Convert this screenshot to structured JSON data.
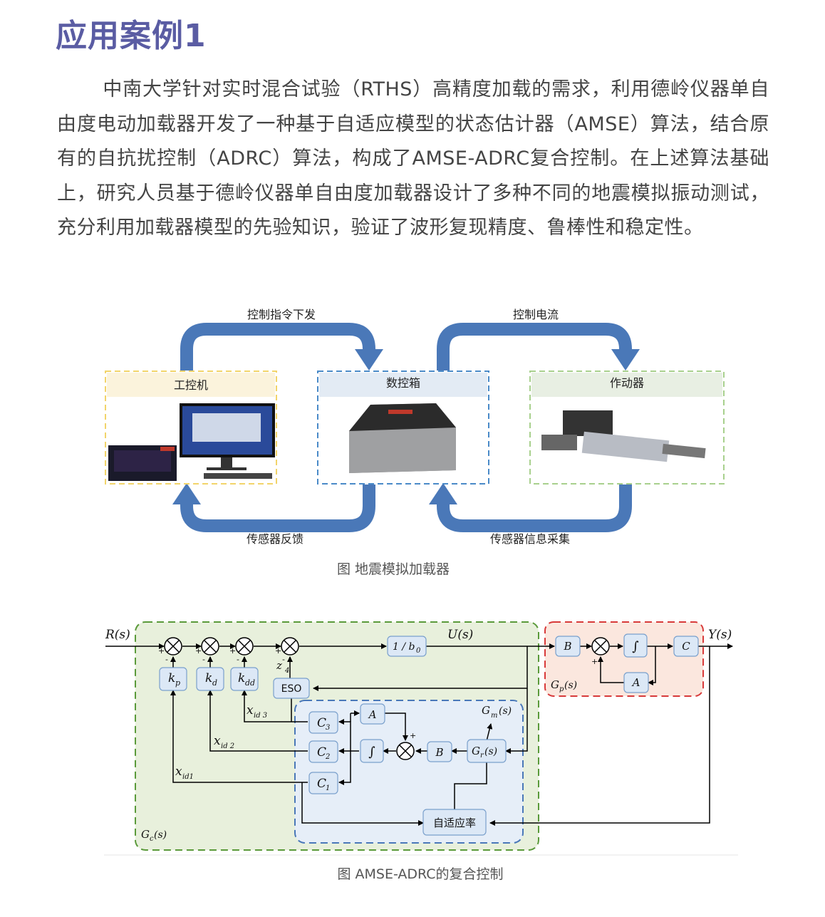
{
  "heading": "应用案例1",
  "paragraph": "中南大学针对实时混合试验（RTHS）高精度加载的需求，利用德岭仪器单自由度电动加载器开发了一种基于自适应模型的状态估计器（AMSE）算法，结合原有的自抗扰控制（ADRC）算法，构成了AMSE-ADRC复合控制。在上述算法基础上，研究人员基于德岭仪器单自由度加载器设计了多种不同的地震模拟振动测试，充分利用加载器模型的先验知识，验证了波形复现精度、鲁棒性和稳定性。",
  "figure1": {
    "caption": "图 地震模拟加载器",
    "box_left": "工控机",
    "box_mid": "数控箱",
    "box_right": "作动器",
    "arrow_top_left": "控制指令下发",
    "arrow_top_right": "控制电流",
    "arrow_bottom_left": "传感器反馈",
    "arrow_bottom_right": "传感器信息采集",
    "colors": {
      "arrow": "#4a78b8",
      "left_border": "#f2d46a",
      "mid_border": "#4a8ac8",
      "right_border": "#a8d08d"
    }
  },
  "figure2": {
    "caption": "图 AMSE-ADRC的复合控制",
    "R": "R(s)",
    "U": "U(s)",
    "Y": "Y(s)",
    "kp": "k",
    "kp_sub": "p",
    "kd": "k",
    "kd_sub": "d",
    "kdd": "k",
    "kdd_sub": "dd",
    "b0": "1 / b",
    "b0_sub": "0",
    "z4": "z",
    "z4_sub": "4",
    "eso": "ESO",
    "c3": "C",
    "c3_sub": "3",
    "c2": "C",
    "c2_sub": "2",
    "c1": "C",
    "c1_sub": "1",
    "a_inner": "A",
    "b_inner": "B",
    "integral": "∫",
    "gr": "G",
    "gr_sub": "r",
    "gr_arg": "(s)",
    "gm": "G",
    "gm_sub": "m",
    "gm_arg": "(s)",
    "adaptive": "自适应率",
    "xid3": "x",
    "xid3_sub": "id 3",
    "xid2": "x",
    "xid2_sub": "id 2",
    "xid1": "x",
    "xid1_sub": "id1",
    "gc": "G",
    "gc_sub": "c",
    "gc_arg": "(s)",
    "gp": "G",
    "gp_sub": "p",
    "gp_arg": "(s)",
    "b_plant": "B",
    "a_plant": "A",
    "c_plant": "C",
    "plus": "+",
    "minus": "-",
    "colors": {
      "gc_bg": "#e8f0dc",
      "gc_border": "#5a9a3a",
      "inner_bg": "#e6eef8",
      "inner_border": "#4a78b8",
      "gp_bg": "#fbe7de",
      "gp_border": "#d83a3a",
      "block_fill": "#dce8f6",
      "block_stroke": "#7aa0cc"
    }
  }
}
